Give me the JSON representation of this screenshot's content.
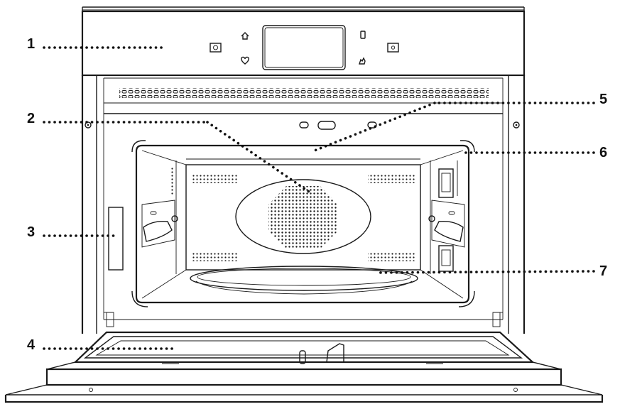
{
  "diagram": {
    "callouts": [
      {
        "id": "1",
        "label": "1"
      },
      {
        "id": "2",
        "label": "2"
      },
      {
        "id": "3",
        "label": "3"
      },
      {
        "id": "4",
        "label": "4"
      },
      {
        "id": "5",
        "label": "5"
      },
      {
        "id": "6",
        "label": "6"
      },
      {
        "id": "7",
        "label": "7"
      }
    ],
    "control_panel_icons": [
      "home-icon",
      "heart-icon",
      "phone-icon",
      "hand-icon",
      "left-button-icon",
      "right-button-icon"
    ],
    "colors": {
      "line": "#1a1a1a",
      "background": "#ffffff",
      "text": "#111111"
    }
  }
}
